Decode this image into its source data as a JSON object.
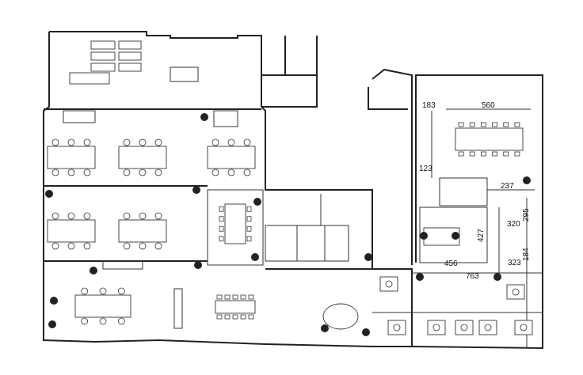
{
  "floor_plan": {
    "dimensions": {
      "d183": "183",
      "d560": "560",
      "d123": "123",
      "d237": "237",
      "d320": "320",
      "d295": "295",
      "d427": "427",
      "d456": "456",
      "d323": "323",
      "d184": "184",
      "d763": "763"
    },
    "colors": {
      "wall": "#222222",
      "background": "#ffffff"
    }
  }
}
